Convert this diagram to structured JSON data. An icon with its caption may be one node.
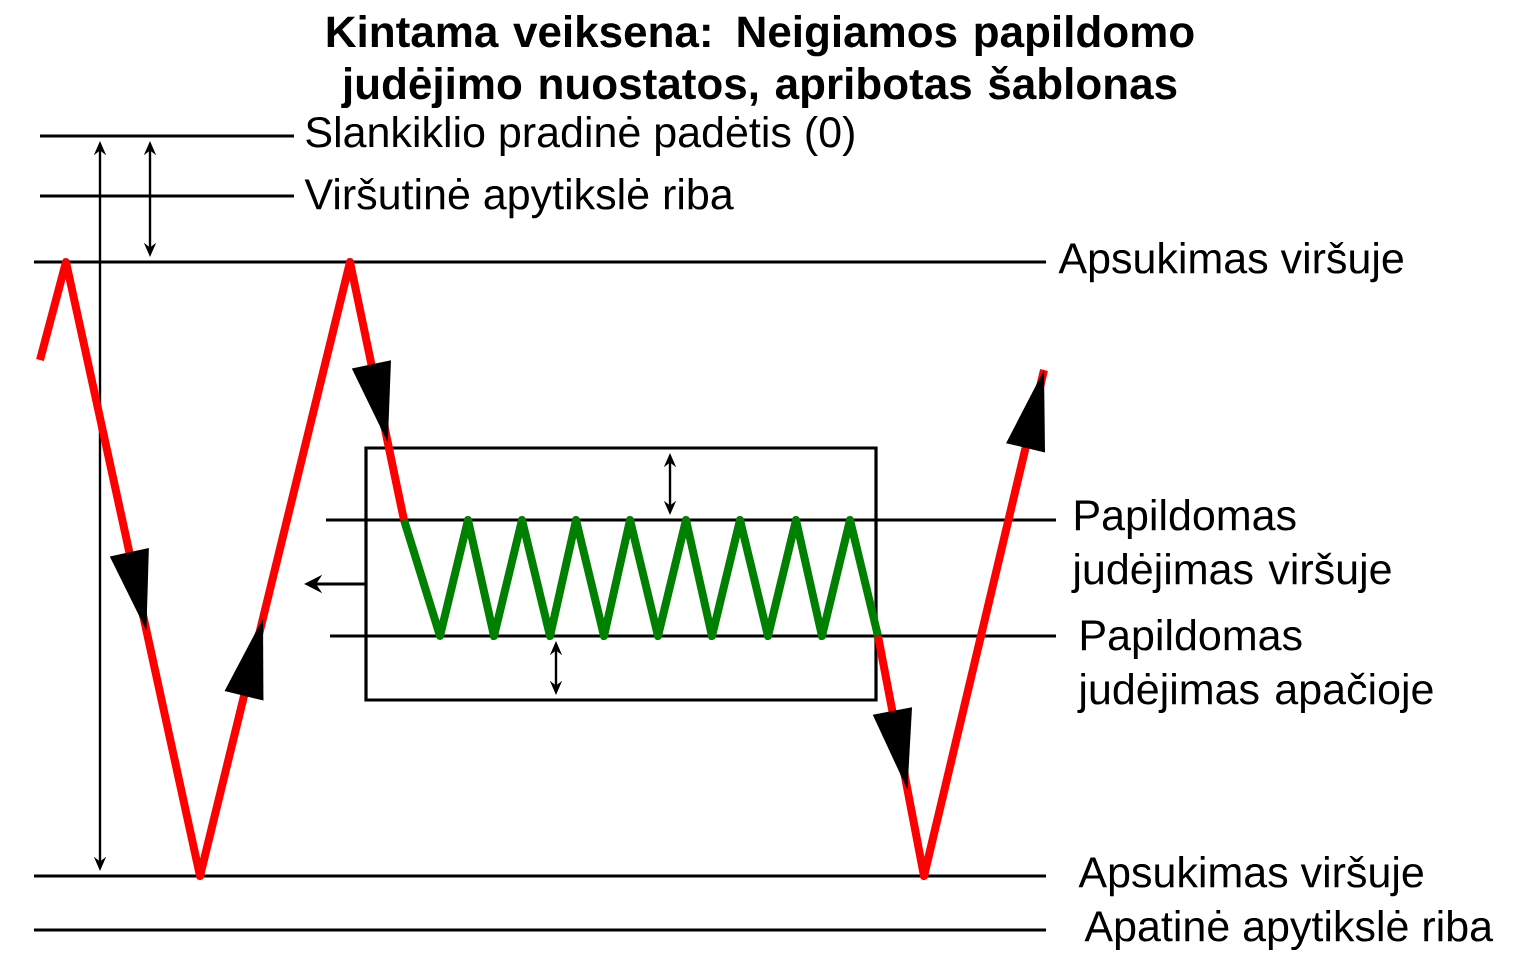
{
  "diagram": {
    "title": "Kintama veiksena: Neigiamos papildomo judėjimo nuostatos, apribotas šablonas",
    "labels": [
      "Slankiklio pradinė padėtis (0)",
      "Viršutinė apytikslė riba",
      "Apsukimas viršuje",
      "Papildomas judėjimas viršuje",
      "Papildomas judėjimas apačioje",
      "Apsukimas viršuje",
      "Apatinė apytikslė riba"
    ]
  }
}
